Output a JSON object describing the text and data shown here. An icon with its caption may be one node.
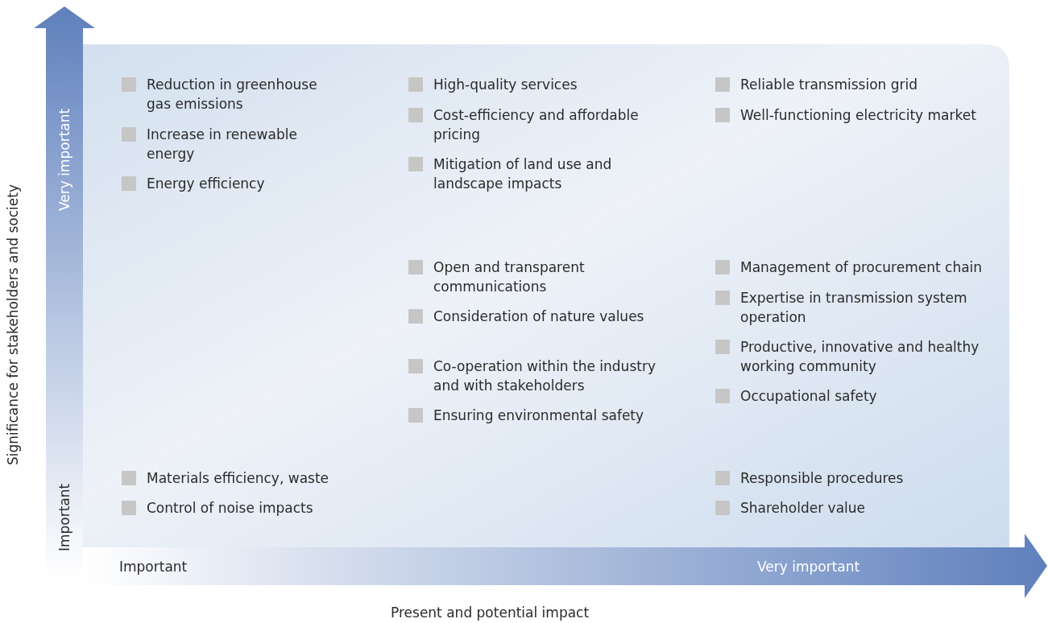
{
  "diagram": {
    "labels": [
      "Very important",
      "Important",
      "Significance for stakeholders and society",
      "Reduction in greenhouse gas emissions",
      "Increase in renewable energy",
      "Energy efficiency",
      "High-quality services",
      "Cost-efficiency and affordable pricing",
      "Mitigation of land use and landscape impacts",
      "Reliable transmission grid",
      "Well-functioning electricity market",
      "Open and transparent communications",
      "Consideration of nature values",
      "Co-operation within the industry and with stakeholders",
      "Ensuring environmental safety",
      "Management of procurement chain",
      "Expertise in transmission system operation",
      "Productive, innovative and healthy working community",
      "Occupational safety",
      "Materials efficiency, waste",
      "Control of noise impacts",
      "Responsible procedures",
      "Shareholder value",
      "Important",
      "Very important",
      "Present and potential impact"
    ]
  }
}
